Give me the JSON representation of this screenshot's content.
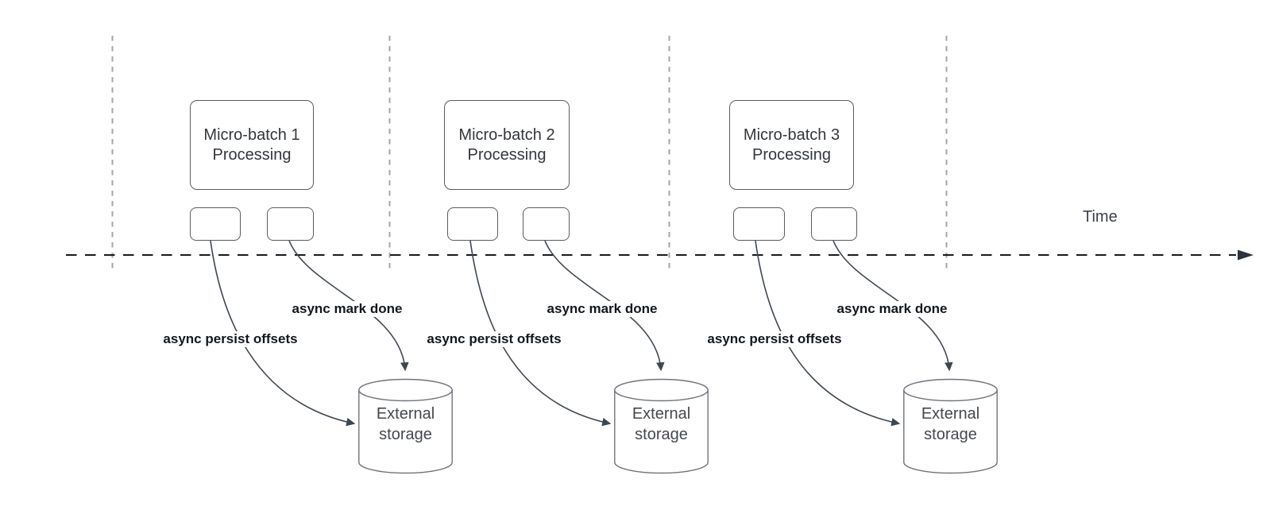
{
  "diagram": {
    "axis": {
      "label": "Time"
    },
    "groups": [
      {
        "box_line1": "Micro-batch 1",
        "box_line2": "Processing",
        "persist_label": "async persist offsets",
        "done_label": "async mark done",
        "storage_label": "External storage"
      },
      {
        "box_line1": "Micro-batch 2",
        "box_line2": "Processing",
        "persist_label": "async persist offsets",
        "done_label": "async mark done",
        "storage_label": "External storage"
      },
      {
        "box_line1": "Micro-batch 3",
        "box_line2": "Processing",
        "persist_label": "async persist offsets",
        "done_label": "async mark done",
        "storage_label": "External storage"
      }
    ],
    "colors": {
      "edge": "#3e4751",
      "axis_line": "#161a1e",
      "lane_divider": "#a6a6a6",
      "box_border": "#585d63",
      "cylinder_border": "#70747b",
      "label_text": "#12171e"
    }
  }
}
